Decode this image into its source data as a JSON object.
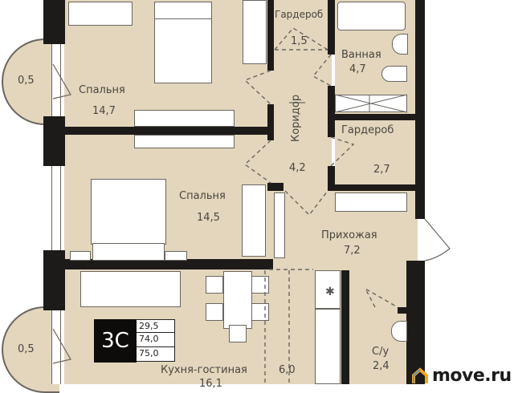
{
  "plan": {
    "type": "3C",
    "areas": [
      "29,5",
      "74,0",
      "75,0"
    ],
    "rooms": [
      {
        "id": "bedroom-1",
        "name": "Спальня",
        "area": "14,7"
      },
      {
        "id": "bedroom-2",
        "name": "Спальня",
        "area": "14,5"
      },
      {
        "id": "wardrobe-1",
        "name": "Гардероб",
        "area": "1,5"
      },
      {
        "id": "bathroom",
        "name": "Ванная",
        "area": "4,7"
      },
      {
        "id": "corridor",
        "name": "Коридор",
        "area": "4,2"
      },
      {
        "id": "wardrobe-2",
        "name": "Гардероб",
        "area": "2,7"
      },
      {
        "id": "hallway",
        "name": "Прихожая",
        "area": "7,2"
      },
      {
        "id": "kitchen-living",
        "name": "Кухня-гостиная",
        "area": "16,1"
      },
      {
        "id": "kitchen-zone",
        "name": "",
        "area": "6,0"
      },
      {
        "id": "wc",
        "name": "С/у",
        "area": "2,4"
      },
      {
        "id": "balcony-1",
        "name": "",
        "area": "0,5"
      },
      {
        "id": "balcony-2",
        "name": "",
        "area": "0,5"
      }
    ]
  },
  "watermark": {
    "text": "move.ru",
    "accent": "#f5a623"
  },
  "colors": {
    "floor": "#e3d6bd",
    "wall": "#1d1b19",
    "furniture": "#ffffff"
  }
}
